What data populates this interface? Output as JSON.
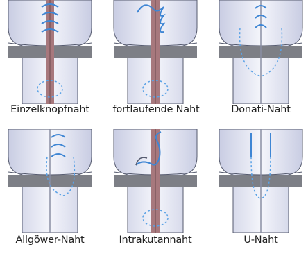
{
  "labels": {
    "p1": "Einzelknopfnaht",
    "p2": "fortlaufende Naht",
    "p3": "Donati-Naht",
    "p4": "Allgöwer-Naht",
    "p5": "Intrakutannaht",
    "p6": "U-Naht"
  },
  "colors": {
    "skin_light": "#eef0f8",
    "skin_mid": "#c9cde3",
    "band": "#7d7f86",
    "wound": "#a7787d",
    "suture": "#3f86d4",
    "dotted": "#5aa2e6",
    "outline": "#555a6e"
  }
}
